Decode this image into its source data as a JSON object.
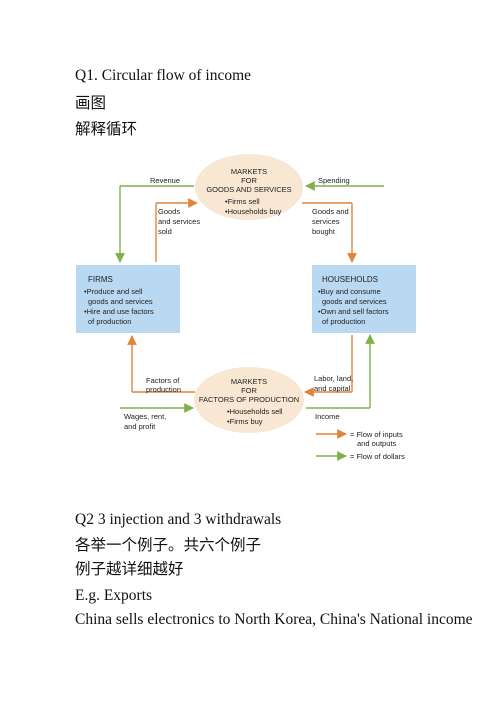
{
  "text": {
    "q1": "Q1. Circular flow of income",
    "draw": "画图",
    "explain": "解释循环",
    "q2": "Q2 3 injection and 3 withdrawals",
    "each_example": "各举一个例子。共六个例子",
    "more_detail": "例子越详细越好",
    "eg": "E.g. Exports",
    "china_line": "China sells electronics to North Korea, China's National income"
  },
  "diagram": {
    "goods_market": {
      "lines": [
        "MARKETS",
        "FOR",
        "GOODS AND SERVICES"
      ],
      "bullets": [
        "•Firms sell",
        "•Households buy"
      ]
    },
    "factor_market": {
      "lines": [
        "MARKETS",
        "FOR",
        "FACTORS OF PRODUCTION"
      ],
      "bullets": [
        "•Households sell",
        "•Firms buy"
      ]
    },
    "firms": {
      "title": "FIRMS",
      "lines": [
        "•Produce and sell",
        "goods and services",
        "•Hire and use factors",
        "of production"
      ]
    },
    "households": {
      "title": "HOUSEHOLDS",
      "lines": [
        "•Buy and consume",
        "goods and services",
        "•Own and sell factors",
        "of production"
      ]
    },
    "labels": {
      "revenue": "Revenue",
      "spending": "Spending",
      "goods_sold": [
        "Goods",
        "and services",
        "sold"
      ],
      "goods_bought": [
        "Goods and",
        "services",
        "bought"
      ],
      "factors": [
        "Factors of",
        "production"
      ],
      "labor": [
        "Labor, land,",
        "and capital"
      ],
      "wages": [
        "Wages, rent,",
        "and profit"
      ],
      "income": "Income"
    },
    "legend": {
      "inputs": [
        "= Flow of inputs",
        "and outputs"
      ],
      "dollars": "= Flow of dollars"
    },
    "colors": {
      "market_fill": "#f7e7d3",
      "box_fill": "#b9d8f2",
      "orange_arrow": "#e0843a",
      "green_arrow": "#7fb04a"
    }
  }
}
